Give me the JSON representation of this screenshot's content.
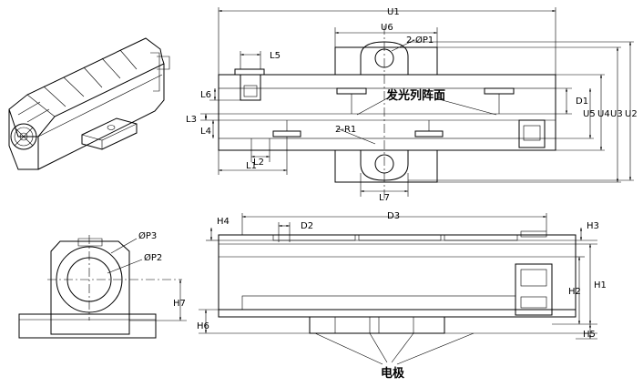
{
  "labels": {
    "u1": "U1",
    "u6": "U6",
    "p1": "2-ØP1",
    "l5": "L5",
    "l6": "L6",
    "emitting": "发光列阵面",
    "d1": "D1",
    "u5": "U5",
    "u4": "U4",
    "u3": "U3",
    "u2": "U2",
    "l3": "L3",
    "l4": "L4",
    "r1": "2-R1",
    "l2": "L2",
    "l1": "L1",
    "l7": "L7",
    "h4": "H4",
    "d2": "D2",
    "d3": "D3",
    "h3": "H3",
    "h1": "H1",
    "h2": "H2",
    "h5": "H5",
    "h6": "H6",
    "p3": "ØP3",
    "p2": "ØP2",
    "h7": "H7",
    "electrode": "电极"
  }
}
